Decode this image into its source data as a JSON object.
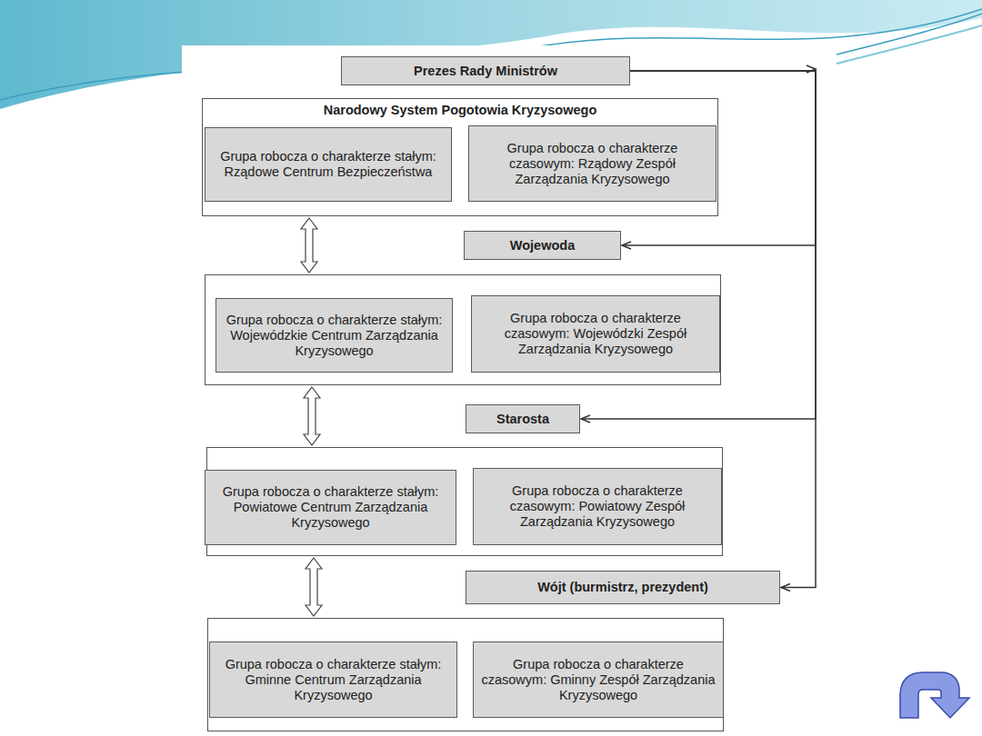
{
  "diagram": {
    "nodes": [
      {
        "text": [
          "Prezes Rady Ministrów"
        ]
      },
      {
        "text": [
          "Narodowy System Pogotowia Kryzysowego"
        ]
      },
      {
        "text": [
          "Grupa robocza o charakterze stałym: Rządowe Centrum Bezpieczeństwa"
        ],
        "in": 1
      },
      {
        "text": [
          "Grupa robocza o charakterze czasowym: Rządowy Zespół Zarządzania Kryzysowego"
        ],
        "in": 1
      },
      {
        "text": [
          "Wojewoda"
        ]
      },
      {
        "text": []
      },
      {
        "text": [
          "Grupa robocza o charakterze stałym: Wojewódzkie Centrum Zarządzania Kryzysowego"
        ],
        "in": 5
      },
      {
        "text": [
          "Grupa robocza o charakterze czasowym: Wojewódzki Zespół Zarządzania Kryzysowego"
        ],
        "in": 5
      },
      {
        "text": [
          "Starosta"
        ]
      },
      {
        "text": []
      },
      {
        "text": [
          "Grupa robocza o charakterze stałym: Powiatowe Centrum Zarządzania Kryzysowego"
        ],
        "in": 9
      },
      {
        "text": [
          "Grupa robocza o charakterze czasowym: Powiatowy Zespół Zarządzania Kryzysowego"
        ],
        "in": 9
      },
      {
        "text": [
          "Wójt (burmistrz, prezydent)"
        ]
      },
      {
        "text": []
      },
      {
        "text": [
          "Grupa robocza o charakterze stałym: Gminne Centrum Zarządzania Kryzysowego"
        ],
        "in": 13
      },
      {
        "text": [
          "Grupa robocza o charakterze czasowym: Gminny Zespół Zarządzania Kryzysowego"
        ],
        "in": 13
      }
    ],
    "edges": [
      {
        "from": 1,
        "to": 5,
        "arrow": "both"
      },
      {
        "from": 5,
        "to": 9,
        "arrow": "both"
      },
      {
        "from": 9,
        "to": 13,
        "arrow": "both"
      },
      {
        "from": 0,
        "to": 4,
        "arrow": "to"
      },
      {
        "from": 0,
        "to": 8,
        "arrow": "to"
      },
      {
        "from": 0,
        "to": 12,
        "arrow": "to"
      }
    ]
  }
}
